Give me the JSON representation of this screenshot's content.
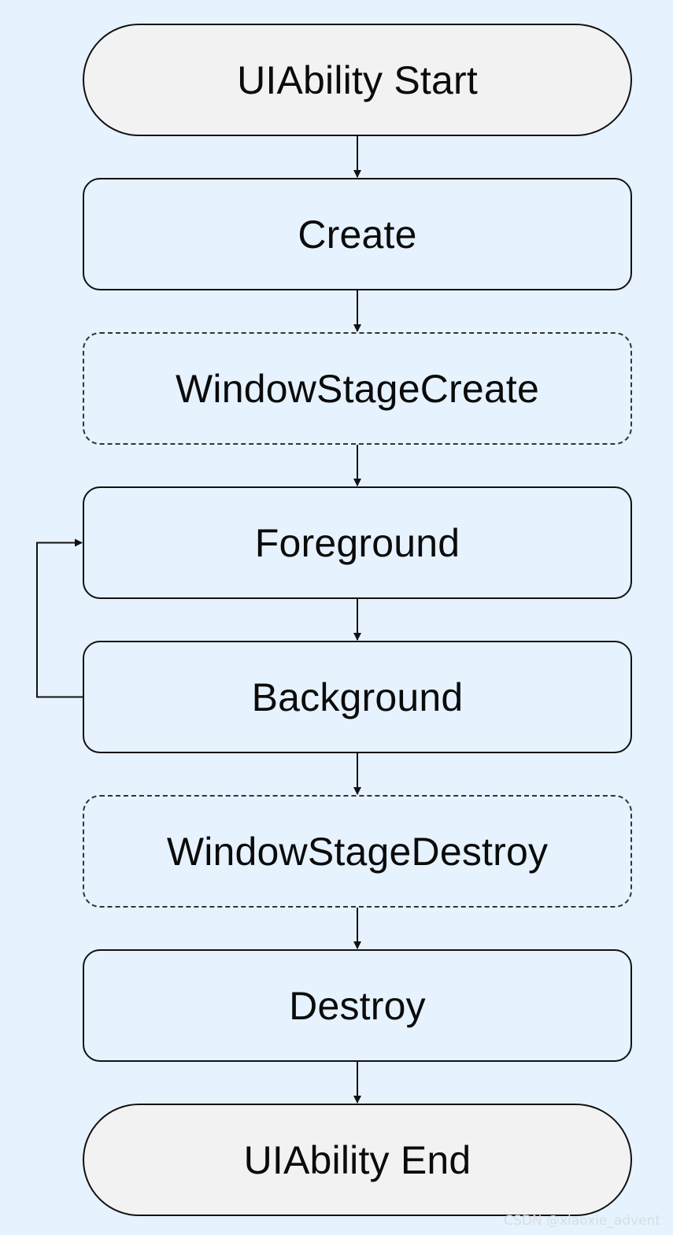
{
  "diagram": {
    "type": "flowchart",
    "direction": "top-to-bottom",
    "nodes": [
      {
        "id": "start",
        "label": "UIAbility Start",
        "shape": "terminal",
        "border": "solid",
        "fill": "#f2f2f2"
      },
      {
        "id": "create",
        "label": "Create",
        "shape": "process",
        "border": "solid",
        "fill": "#e6f2fd"
      },
      {
        "id": "window-stage-create",
        "label": "WindowStageCreate",
        "shape": "process",
        "border": "dashed",
        "fill": "#e6f2fd"
      },
      {
        "id": "foreground",
        "label": "Foreground",
        "shape": "process",
        "border": "solid",
        "fill": "#e6f2fd"
      },
      {
        "id": "background",
        "label": "Background",
        "shape": "process",
        "border": "solid",
        "fill": "#e6f2fd"
      },
      {
        "id": "window-stage-destroy",
        "label": "WindowStageDestroy",
        "shape": "process",
        "border": "dashed",
        "fill": "#e6f2fd"
      },
      {
        "id": "destroy",
        "label": "Destroy",
        "shape": "process",
        "border": "solid",
        "fill": "#e6f2fd"
      },
      {
        "id": "end",
        "label": "UIAbility End",
        "shape": "terminal",
        "border": "solid",
        "fill": "#f2f2f2"
      }
    ],
    "edges": [
      {
        "from": "start",
        "to": "create"
      },
      {
        "from": "create",
        "to": "window-stage-create"
      },
      {
        "from": "window-stage-create",
        "to": "foreground"
      },
      {
        "from": "foreground",
        "to": "background"
      },
      {
        "from": "background",
        "to": "foreground",
        "route": "loop-left"
      },
      {
        "from": "background",
        "to": "window-stage-destroy"
      },
      {
        "from": "window-stage-destroy",
        "to": "destroy"
      },
      {
        "from": "destroy",
        "to": "end"
      }
    ]
  },
  "colors": {
    "page_background": "#e6f2fd",
    "terminal_fill": "#f2f2f2",
    "stroke": "#111111",
    "text": "#0b0b0b"
  },
  "watermark": "CSDN @xiaoxie_advent"
}
